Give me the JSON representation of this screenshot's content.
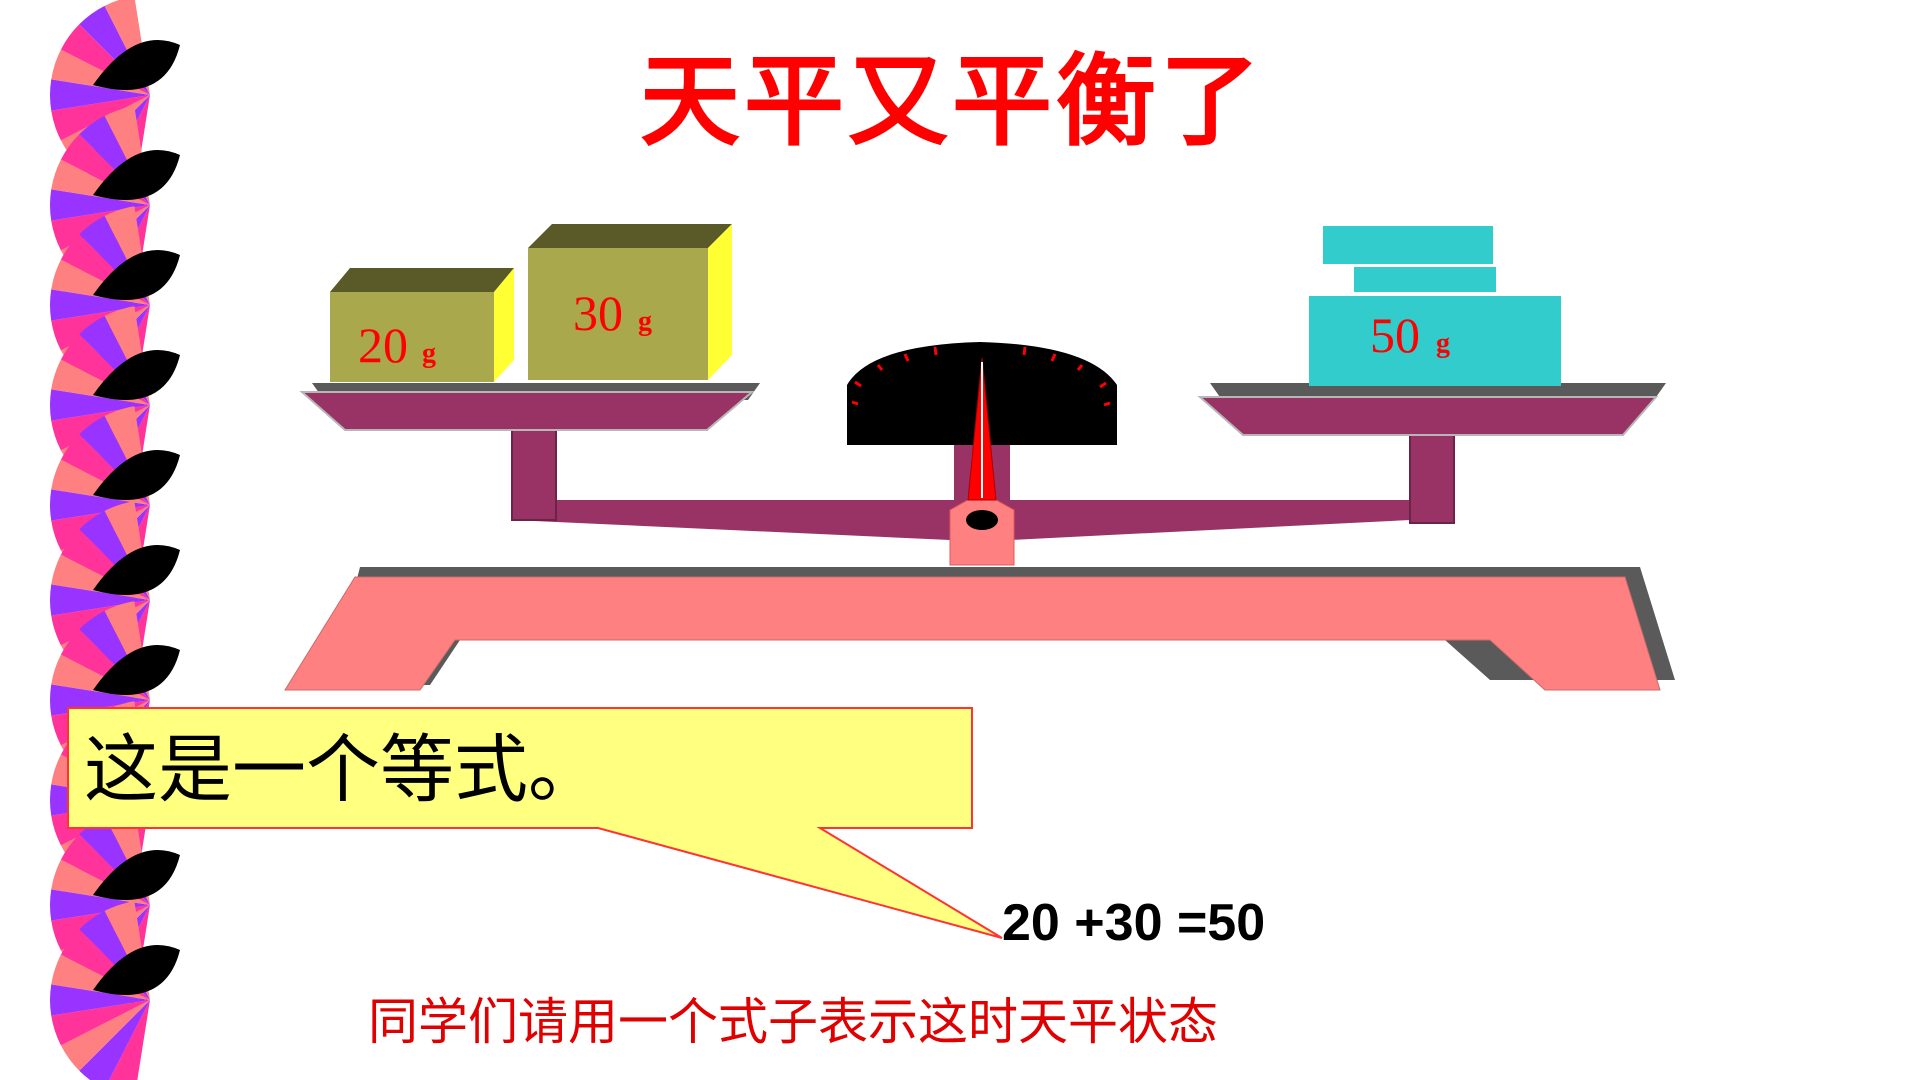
{
  "slide": {
    "title": "天平又平衡了",
    "callout": "这是一个等式。",
    "equation": "20 +30 =50",
    "instruction": "同学们请用一个式子表示这时天平状态"
  },
  "weights": {
    "left_small": {
      "value": "20",
      "unit": "g"
    },
    "left_large": {
      "value": "30",
      "unit": "g"
    },
    "right": {
      "value": "50",
      "unit": "g"
    }
  },
  "colors": {
    "title": "#ff0000",
    "instruction": "#e00000",
    "beam": "#993366",
    "base": "#ff8080",
    "olive_block": "#a9a84c",
    "cyan_weight": "#33cccc",
    "callout_fill": "#ffff80",
    "dial": "#000000",
    "needle": "#ff0000"
  },
  "decoration": {
    "name": "fan-border",
    "colors": [
      "#ff3399",
      "#9933ff",
      "#ff8080",
      "#000000"
    ]
  }
}
